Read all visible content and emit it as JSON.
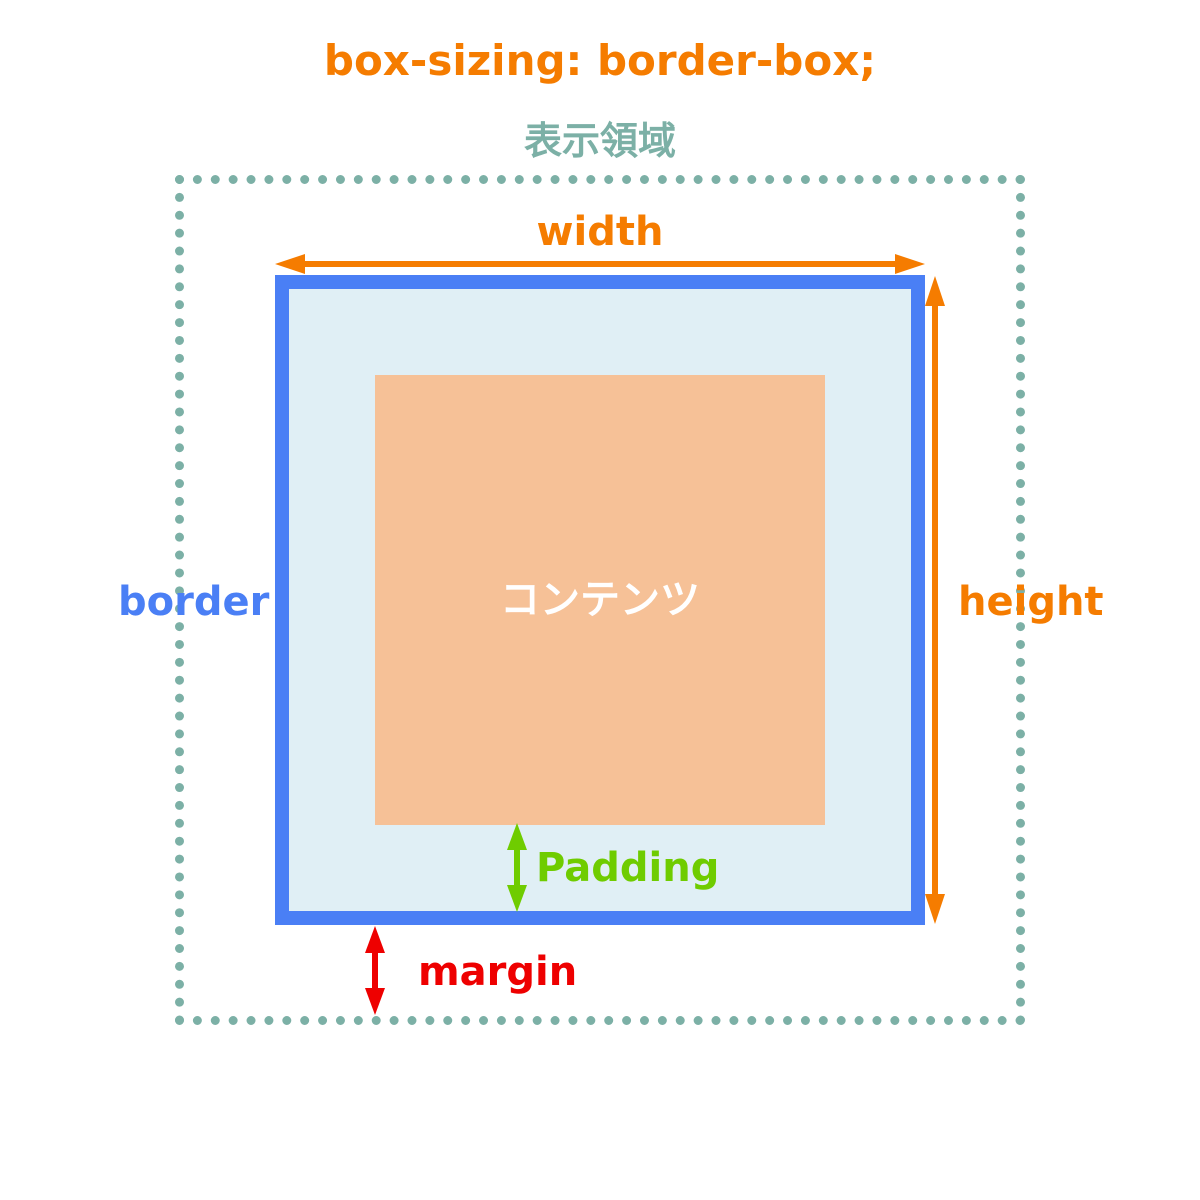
{
  "title": "box-sizing: border-box;",
  "labels": {
    "display_area": "表示領域",
    "width": "width",
    "height": "height",
    "border": "border",
    "content": "コンテンツ",
    "padding": "Padding",
    "margin": "margin"
  },
  "colors": {
    "title": "#f57c00",
    "display_area": "#7cb0a6",
    "border": "#4a7ff5",
    "padding_fill": "#e0eff5",
    "content_fill": "#f6c197",
    "content_text": "#ffffff",
    "dimension": "#f57c00",
    "padding_arrow": "#6fcc00",
    "margin": "#ee0000"
  }
}
